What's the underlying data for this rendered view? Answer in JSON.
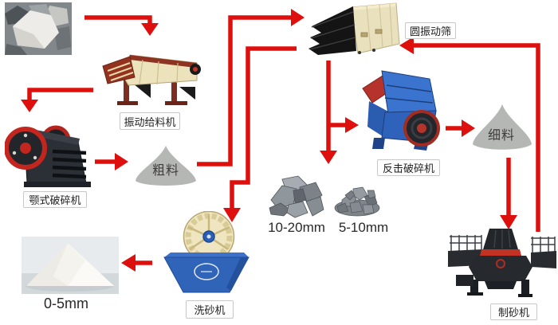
{
  "labels": {
    "vibrating_feeder": "振动给料机",
    "jaw_crusher": "颚式破碎机",
    "coarse_material": "粗料",
    "vibrating_screen": "圆振动筛",
    "impact_crusher": "反击破碎机",
    "fine_material": "细料",
    "stone_large": "10-20mm",
    "stone_small": "5-10mm",
    "sand_washer": "洗砂机",
    "sand_maker": "制砂机",
    "washed_sand": "0-5mm"
  },
  "flow": [
    {
      "from": "raw-material",
      "to": "vibrating-feeder"
    },
    {
      "from": "vibrating-feeder",
      "to": "jaw-crusher"
    },
    {
      "from": "jaw-crusher",
      "to": "coarse-material"
    },
    {
      "from": "coarse-material",
      "to": "vibrating-screen"
    },
    {
      "from": "vibrating-screen",
      "to": "impact-crusher"
    },
    {
      "from": "vibrating-screen",
      "to": "stone-products-10-20mm-5-10mm"
    },
    {
      "from": "vibrating-screen",
      "to": "sand-washer"
    },
    {
      "from": "impact-crusher",
      "to": "fine-material"
    },
    {
      "from": "fine-material",
      "to": "sand-maker"
    },
    {
      "from": "sand-maker",
      "to": "vibrating-screen"
    },
    {
      "from": "sand-washer",
      "to": "washed-sand-0-5mm"
    }
  ],
  "colors": {
    "arrow_red": "#de100e",
    "cone_gray": "#b5b7b4",
    "feeder_cream": "#ece2bc",
    "crusher_blue": "#3a74cf",
    "washer_blue": "#2f64b8"
  }
}
